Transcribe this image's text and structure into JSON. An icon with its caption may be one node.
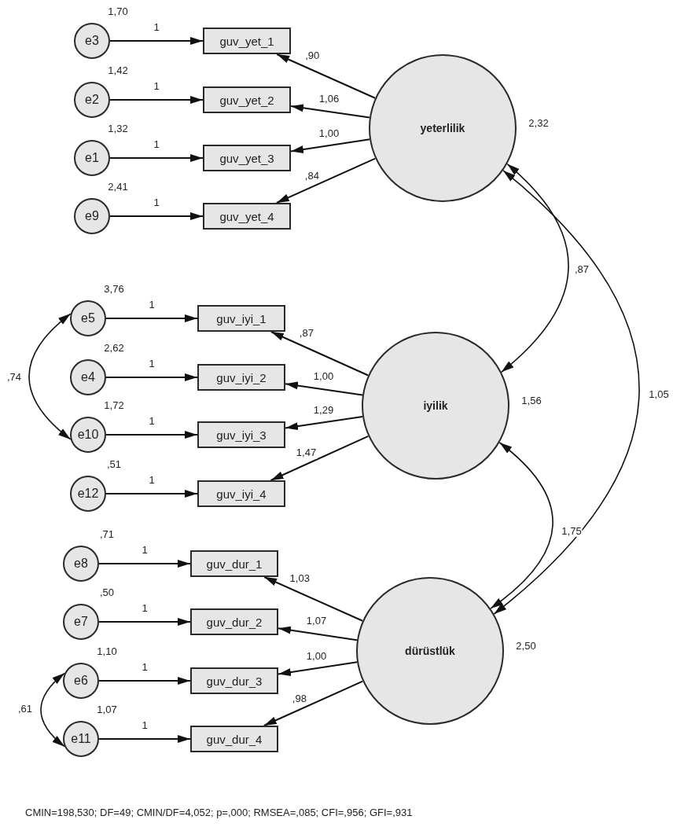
{
  "diagram": {
    "caption": "CMIN=198,530; DF=49; CMIN/DF=4,052; p=,000; RMSEA=,085; CFI=,956; GFI=,931",
    "nodes": [
      {
        "text": [
          "e3"
        ],
        "beside": [
          "1,70"
        ]
      },
      {
        "text": [
          "guv_yet_1"
        ]
      },
      {
        "text": [
          "e2"
        ],
        "beside": [
          "1,42"
        ]
      },
      {
        "text": [
          "guv_yet_2"
        ]
      },
      {
        "text": [
          "e1"
        ],
        "beside": [
          "1,32"
        ]
      },
      {
        "text": [
          "guv_yet_3"
        ]
      },
      {
        "text": [
          "e9"
        ],
        "beside": [
          "2,41"
        ]
      },
      {
        "text": [
          "guv_yet_4"
        ]
      },
      {
        "text": [
          "yeterlilik"
        ],
        "beside": [
          "2,32"
        ]
      },
      {
        "text": [
          "e5"
        ],
        "beside": [
          "3,76"
        ]
      },
      {
        "text": [
          "guv_iyi_1"
        ]
      },
      {
        "text": [
          "e4"
        ],
        "beside": [
          "2,62"
        ]
      },
      {
        "text": [
          "guv_iyi_2"
        ]
      },
      {
        "text": [
          "e10"
        ],
        "beside": [
          "1,72"
        ]
      },
      {
        "text": [
          "guv_iyi_3"
        ]
      },
      {
        "text": [
          "e12"
        ],
        "beside": [
          ",51"
        ]
      },
      {
        "text": [
          "guv_iyi_4"
        ]
      },
      {
        "text": [
          "iyilik"
        ],
        "beside": [
          "1,56"
        ]
      },
      {
        "text": [
          "e8"
        ],
        "beside": [
          ",71"
        ]
      },
      {
        "text": [
          "guv_dur_1"
        ]
      },
      {
        "text": [
          "e7"
        ],
        "beside": [
          ",50"
        ]
      },
      {
        "text": [
          "guv_dur_2"
        ]
      },
      {
        "text": [
          "e6"
        ],
        "beside": [
          "1,10"
        ]
      },
      {
        "text": [
          "guv_dur_3"
        ]
      },
      {
        "text": [
          "e11"
        ],
        "beside": [
          "1,07"
        ]
      },
      {
        "text": [
          "guv_dur_4"
        ]
      },
      {
        "text": [
          "dürüstlük"
        ],
        "beside": [
          "2,50"
        ]
      }
    ],
    "edges": [
      {
        "from": 0,
        "to": 1,
        "arrow": "to",
        "label": "1"
      },
      {
        "from": 2,
        "to": 3,
        "arrow": "to",
        "label": "1"
      },
      {
        "from": 4,
        "to": 5,
        "arrow": "to",
        "label": "1"
      },
      {
        "from": 6,
        "to": 7,
        "arrow": "to",
        "label": "1"
      },
      {
        "from": 8,
        "to": 1,
        "arrow": "to",
        "label": ",90"
      },
      {
        "from": 8,
        "to": 3,
        "arrow": "to",
        "label": "1,06"
      },
      {
        "from": 8,
        "to": 5,
        "arrow": "to",
        "label": "1,00"
      },
      {
        "from": 8,
        "to": 7,
        "arrow": "to",
        "label": ",84"
      },
      {
        "from": 8,
        "to": 17,
        "arrow": "both",
        "label": ",87"
      },
      {
        "from": 8,
        "to": 26,
        "arrow": "both",
        "label": "1,05"
      },
      {
        "from": 9,
        "to": 10,
        "arrow": "to",
        "label": "1"
      },
      {
        "from": 11,
        "to": 12,
        "arrow": "to",
        "label": "1"
      },
      {
        "from": 13,
        "to": 14,
        "arrow": "to",
        "label": "1"
      },
      {
        "from": 15,
        "to": 16,
        "arrow": "to",
        "label": "1"
      },
      {
        "from": 17,
        "to": 10,
        "arrow": "to",
        "label": ",87"
      },
      {
        "from": 17,
        "to": 12,
        "arrow": "to",
        "label": "1,00"
      },
      {
        "from": 17,
        "to": 14,
        "arrow": "to",
        "label": "1,29"
      },
      {
        "from": 17,
        "to": 16,
        "arrow": "to",
        "label": "1,47"
      },
      {
        "from": 9,
        "to": 13,
        "arrow": "both",
        "label": ",74"
      },
      {
        "from": 17,
        "to": 26,
        "arrow": "both",
        "label": "1,75"
      },
      {
        "from": 18,
        "to": 19,
        "arrow": "to",
        "label": "1"
      },
      {
        "from": 20,
        "to": 21,
        "arrow": "to",
        "label": "1"
      },
      {
        "from": 22,
        "to": 23,
        "arrow": "to",
        "label": "1"
      },
      {
        "from": 24,
        "to": 25,
        "arrow": "to",
        "label": "1"
      },
      {
        "from": 26,
        "to": 19,
        "arrow": "to",
        "label": "1,03"
      },
      {
        "from": 26,
        "to": 21,
        "arrow": "to",
        "label": "1,07"
      },
      {
        "from": 26,
        "to": 23,
        "arrow": "to",
        "label": "1,00"
      },
      {
        "from": 26,
        "to": 25,
        "arrow": "to",
        "label": ",98"
      },
      {
        "from": 22,
        "to": 24,
        "arrow": "both",
        "label": ",61"
      }
    ]
  }
}
